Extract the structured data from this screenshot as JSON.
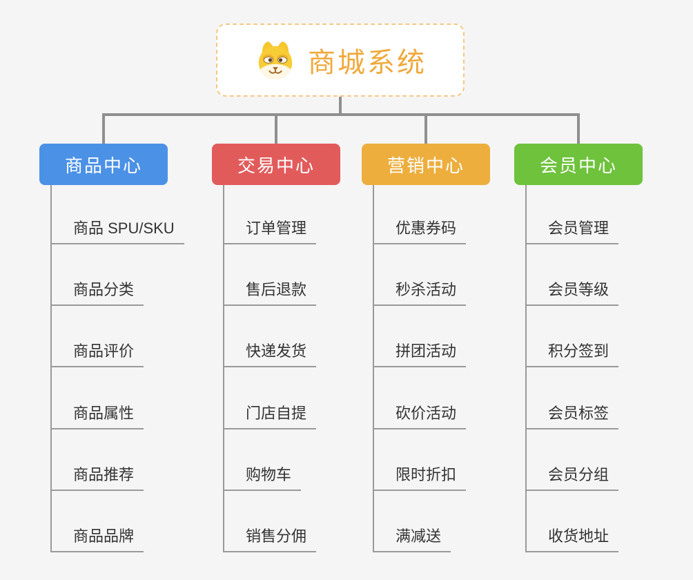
{
  "page": {
    "background_color": "#F5F5F5",
    "connector_color": "#8F8F8F",
    "child_line_color": "#999999"
  },
  "root": {
    "title": "商城系统",
    "icon": "dog-face-icon",
    "text_color": "#F0A93C",
    "border_color": "#F5C783"
  },
  "branches": [
    {
      "label": "商品中心",
      "color": "#4B91E6",
      "items": [
        "商品 SPU/SKU",
        "商品分类",
        "商品评价",
        "商品属性",
        "商品推荐",
        "商品品牌"
      ]
    },
    {
      "label": "交易中心",
      "color": "#E25B5B",
      "items": [
        "订单管理",
        "售后退款",
        "快递发货",
        "门店自提",
        "购物车",
        "销售分佣"
      ]
    },
    {
      "label": "营销中心",
      "color": "#EDAE3E",
      "items": [
        "优惠券码",
        "秒杀活动",
        "拼团活动",
        "砍价活动",
        "限时折扣",
        "满减送"
      ]
    },
    {
      "label": "会员中心",
      "color": "#6EC23C",
      "items": [
        "会员管理",
        "会员等级",
        "积分签到",
        "会员标签",
        "会员分组",
        "收货地址"
      ]
    }
  ]
}
